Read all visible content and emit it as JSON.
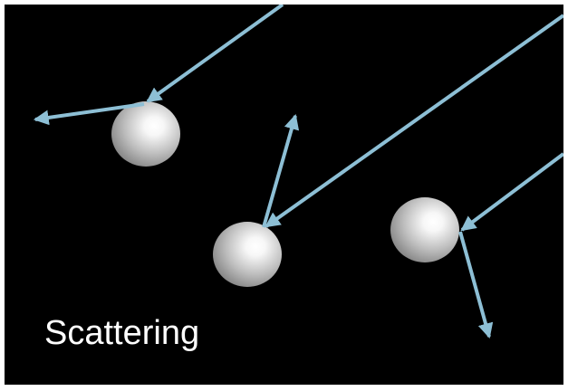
{
  "diagram": {
    "caption": "Scattering",
    "colors": {
      "background": "#000000",
      "ray": "#8dbfd5",
      "particle_highlight": "#ffffff",
      "particle_shadow": "#6e6e6e"
    },
    "particles": [
      {
        "name": "particle-left"
      },
      {
        "name": "particle-middle"
      },
      {
        "name": "particle-right"
      }
    ],
    "rays": [
      {
        "name": "incident-ray-left",
        "kind": "incident"
      },
      {
        "name": "scattered-ray-left",
        "kind": "scattered"
      },
      {
        "name": "incident-ray-middle",
        "kind": "incident"
      },
      {
        "name": "scattered-ray-middle",
        "kind": "scattered"
      },
      {
        "name": "incident-ray-right",
        "kind": "incident"
      },
      {
        "name": "scattered-ray-right",
        "kind": "scattered"
      }
    ]
  }
}
